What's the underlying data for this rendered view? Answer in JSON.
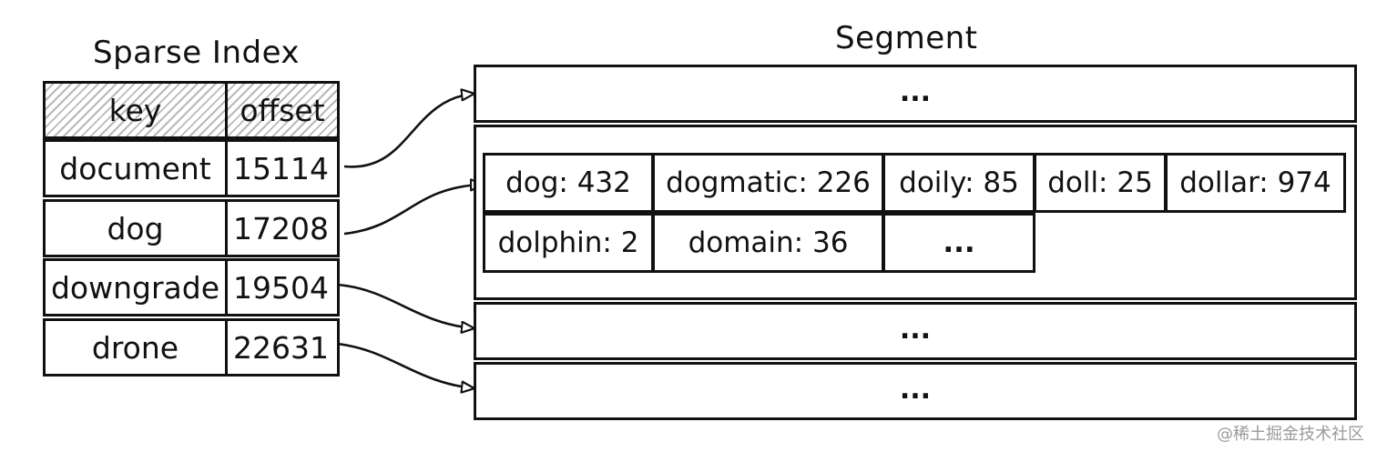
{
  "index": {
    "title": "Sparse Index",
    "header": {
      "key": "key",
      "offset": "offset"
    },
    "rows": [
      {
        "key": "document",
        "offset": "15114"
      },
      {
        "key": "dog",
        "offset": "17208"
      },
      {
        "key": "downgrade",
        "offset": "19504"
      },
      {
        "key": "drone",
        "offset": "22631"
      }
    ]
  },
  "segment": {
    "title": "Segment",
    "blocks": [
      "...",
      "...",
      "..."
    ],
    "records": [
      "dog: 432",
      "dogmatic: 226",
      "doily: 85",
      "doll: 25",
      "dollar: 974",
      "dolphin: 2",
      "domain: 36",
      "..."
    ]
  },
  "watermark": "@稀土掘金技术社区"
}
